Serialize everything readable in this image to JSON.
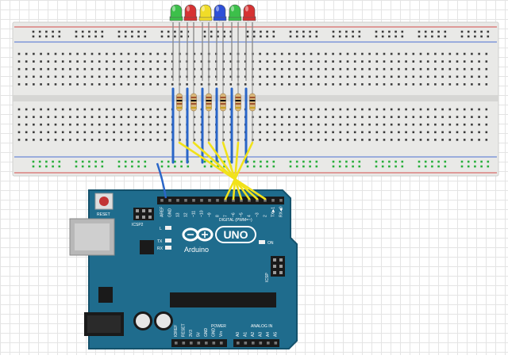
{
  "colors": {
    "breadboard": "#e9e9e7",
    "rail_red": "#d24a4a",
    "rail_blue": "#4a6fd2",
    "hole": "#3a3a3a",
    "hole_active": "#27ae3a",
    "board": "#1f6c8d",
    "board_edge": "#14526c",
    "wire_blue": "#2a66c8",
    "wire_yellow": "#f1e21a"
  },
  "leds": [
    {
      "color": "#3cc04a"
    },
    {
      "color": "#d63232"
    },
    {
      "color": "#f0dc28"
    },
    {
      "color": "#2d4fd8"
    },
    {
      "color": "#3cc04a"
    },
    {
      "color": "#d63232"
    }
  ],
  "board": {
    "reset_label": "RESET",
    "icsp2_label": "ICSP2",
    "l_label": "L",
    "tx_label": "TX",
    "rx_label": "RX",
    "on_label": "ON",
    "icsp_label": "ICSP",
    "uno_label": "UNO",
    "brand_label": "Arduino",
    "digital_label": "DIGITAL (PWM=~)",
    "power_label": "POWER",
    "analog_label": "ANALOG IN",
    "digital_pins": [
      "AREF",
      "GND",
      "13",
      "12",
      "~11",
      "~10",
      "~9",
      "8",
      "7",
      "~6",
      "~5",
      "4",
      "~3",
      "2",
      "TX▶1",
      "RX◀0"
    ],
    "power_pins": [
      "IOREF",
      "RESET",
      "3V3",
      "5V",
      "GND",
      "GND",
      "Vin"
    ],
    "analog_pins": [
      "A0",
      "A1",
      "A2",
      "A3",
      "A4",
      "A5"
    ]
  }
}
